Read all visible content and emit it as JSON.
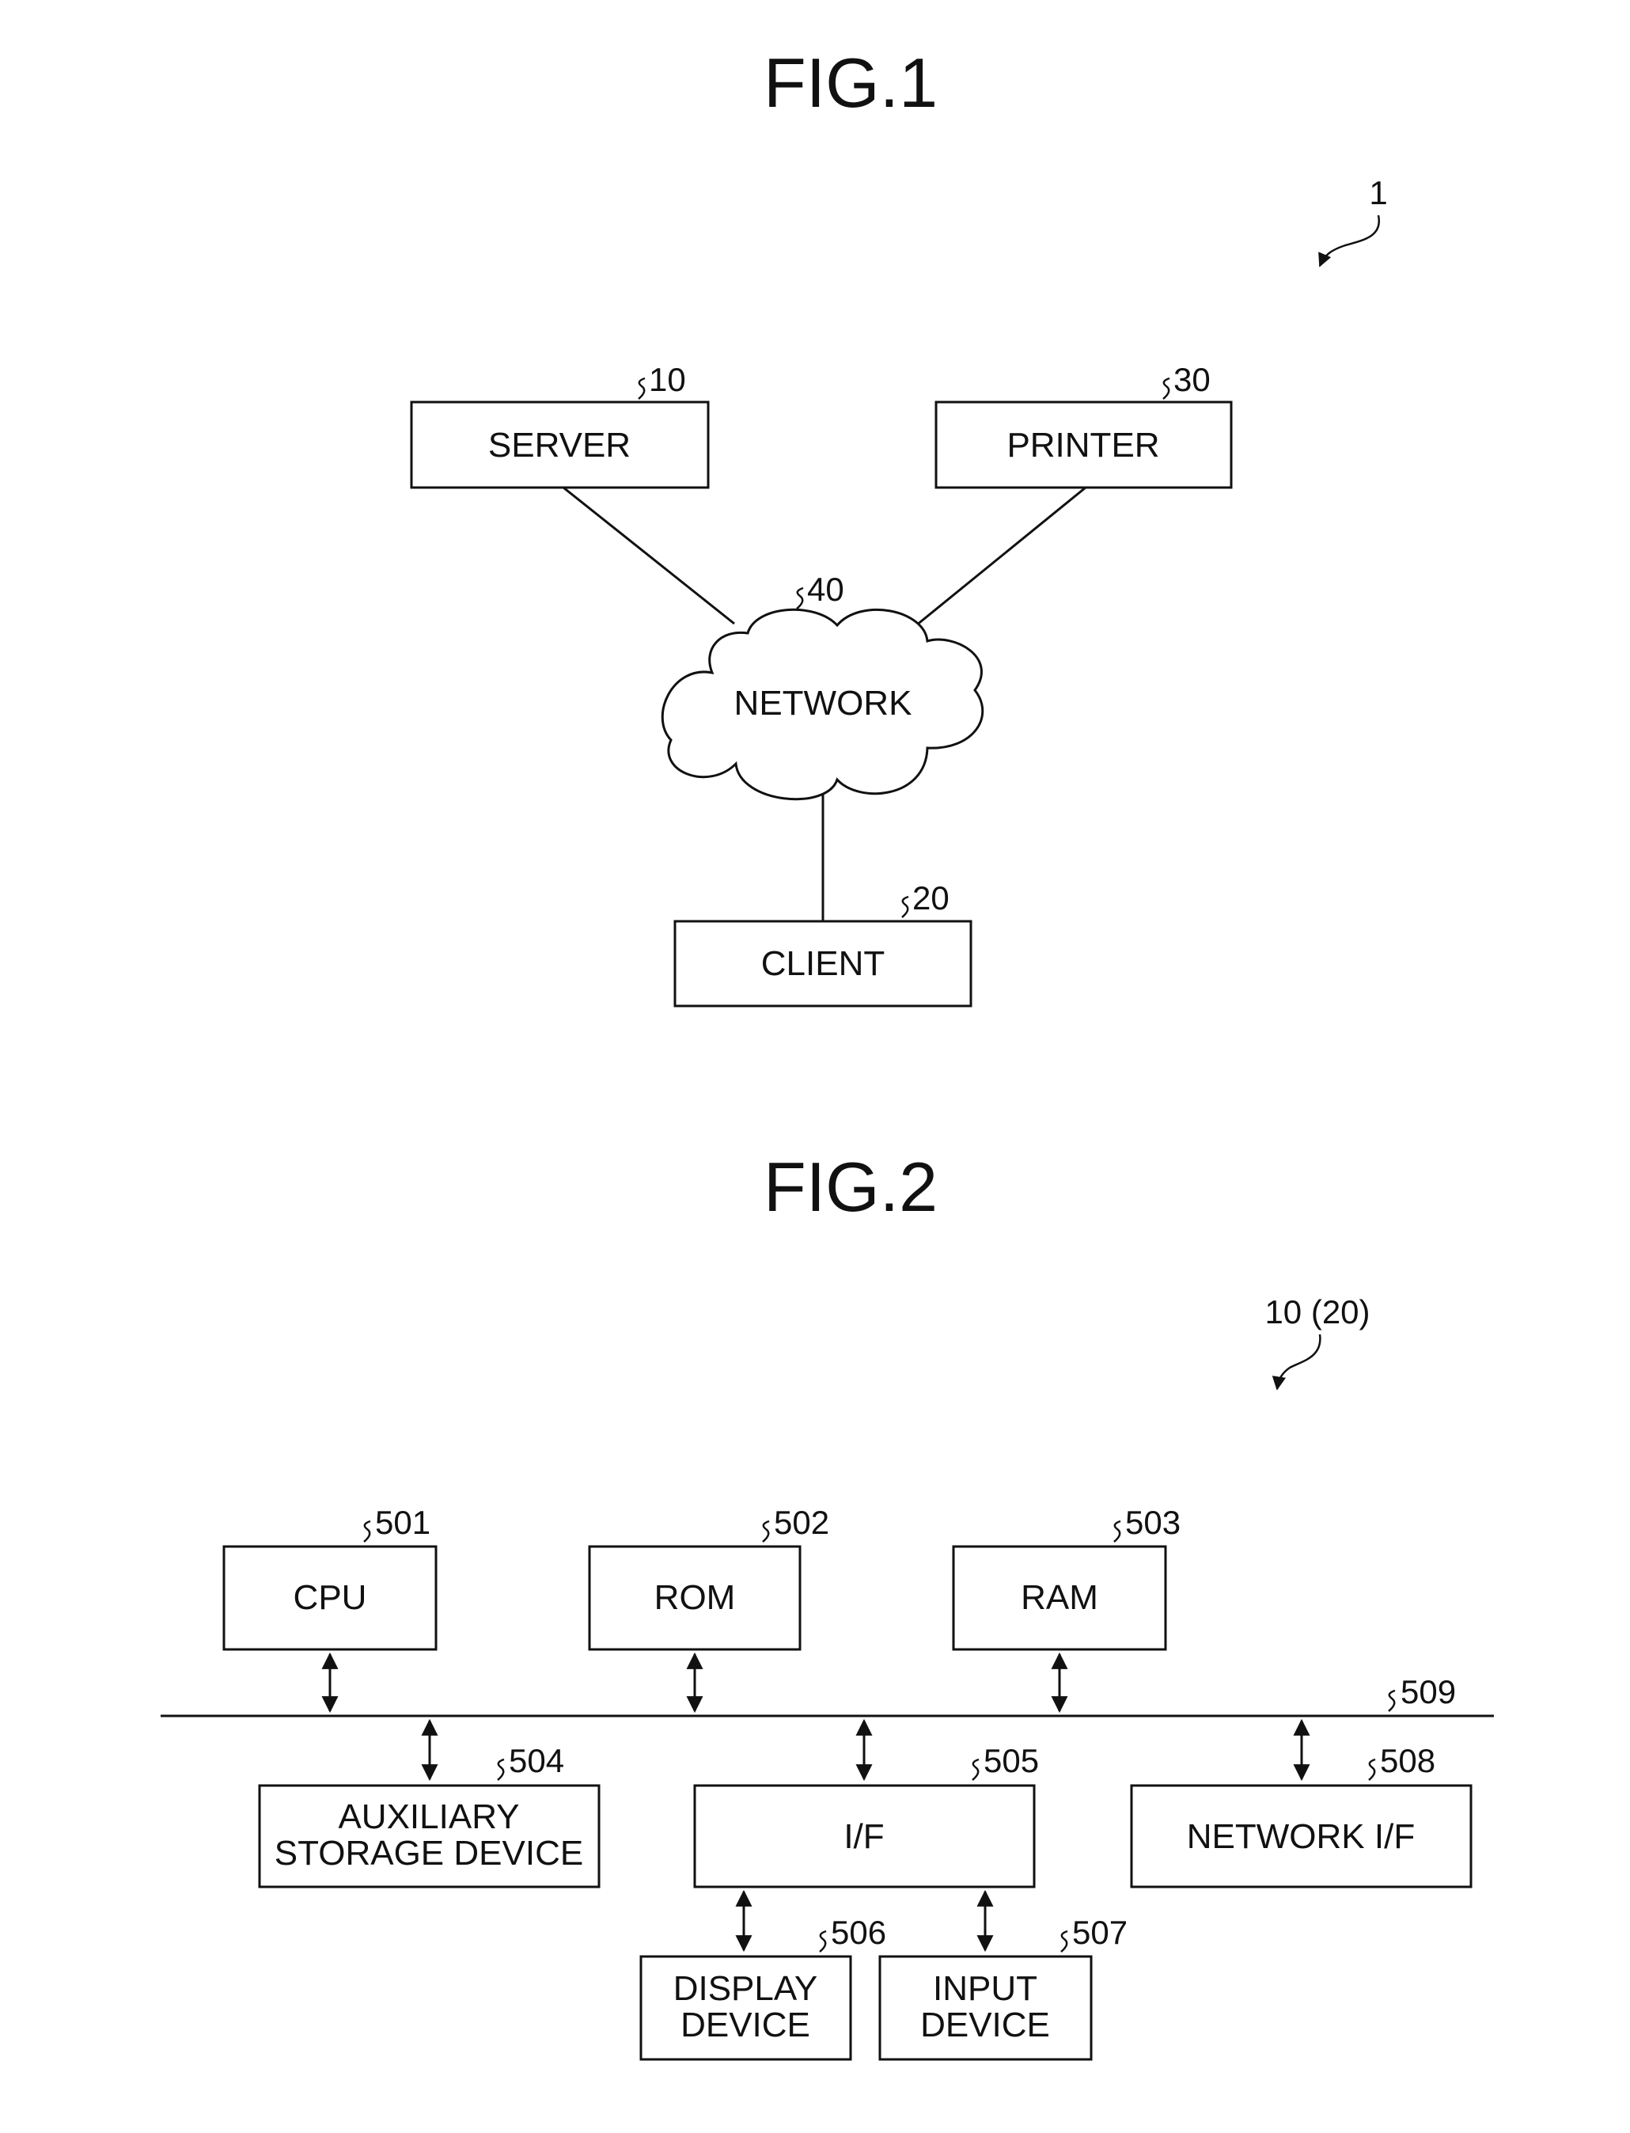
{
  "fig1": {
    "title": "FIG.1",
    "system_ref": "1",
    "nodes": {
      "server": {
        "label": "SERVER",
        "ref": "10"
      },
      "printer": {
        "label": "PRINTER",
        "ref": "30"
      },
      "network": {
        "label": "NETWORK",
        "ref": "40"
      },
      "client": {
        "label": "CLIENT",
        "ref": "20"
      }
    }
  },
  "fig2": {
    "title": "FIG.2",
    "device_ref": "10 (20)",
    "bus_ref": "509",
    "blocks": {
      "cpu": {
        "label": "CPU",
        "ref": "501"
      },
      "rom": {
        "label": "ROM",
        "ref": "502"
      },
      "ram": {
        "label": "RAM",
        "ref": "503"
      },
      "aux": {
        "line1": "AUXILIARY",
        "line2": "STORAGE DEVICE",
        "ref": "504"
      },
      "if": {
        "label": "I/F",
        "ref": "505"
      },
      "netif": {
        "label": "NETWORK I/F",
        "ref": "508"
      },
      "display": {
        "line1": "DISPLAY",
        "line2": "DEVICE",
        "ref": "506"
      },
      "input": {
        "line1": "INPUT",
        "line2": "DEVICE",
        "ref": "507"
      }
    }
  }
}
